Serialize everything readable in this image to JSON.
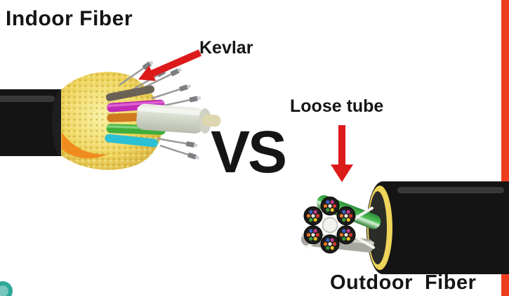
{
  "labels": {
    "indoor_title": "Indoor Fiber",
    "kevlar_callout": "Kevlar",
    "versus": "VS",
    "loose_tube_callout": "Loose tube",
    "outdoor_title": "Outdoor  Fiber"
  },
  "icons": {
    "kevlar_arrow": "red-arrow-pointing-down-left",
    "loose_tube_arrow": "red-arrow-pointing-down"
  },
  "colors": {
    "arrow_red": "#dd1a1a",
    "accent_strip": "#ef3e1d",
    "kevlar_yellow": "#eed45a",
    "logo_teal": "#2fa79a",
    "text_dark": "#151515",
    "jacket_black": "#141414"
  }
}
